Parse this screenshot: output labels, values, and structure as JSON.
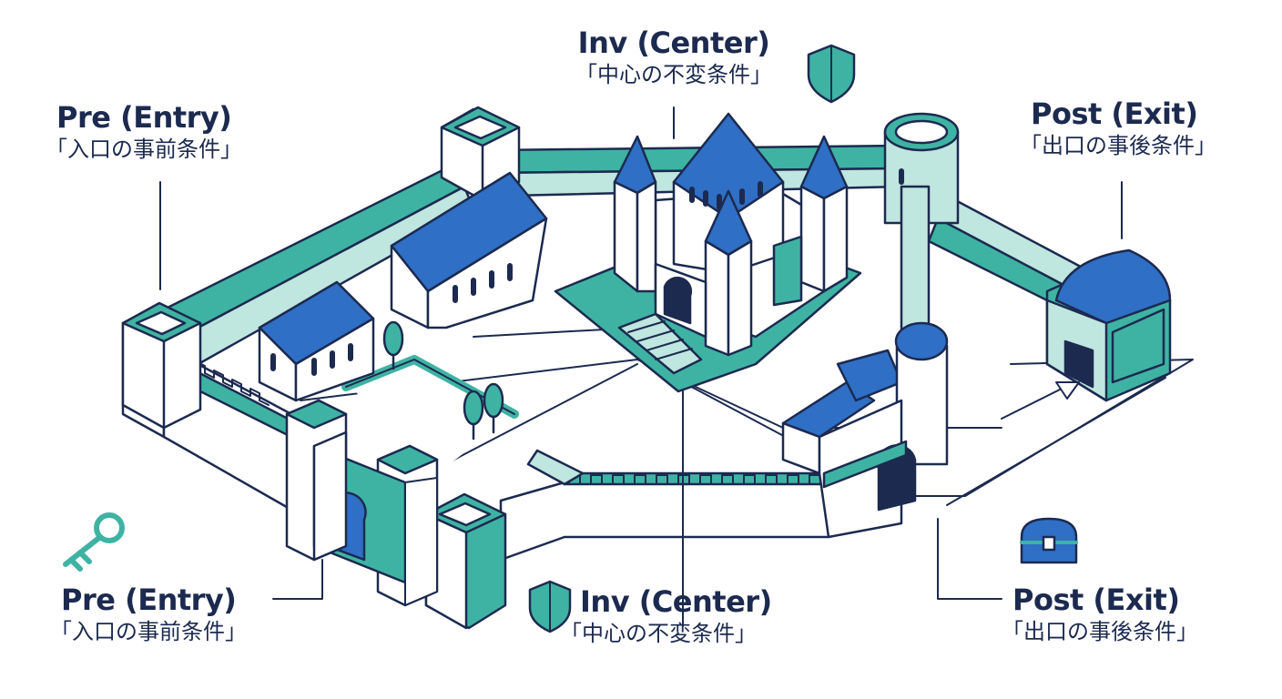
{
  "labels": {
    "pre_top": {
      "title": "Pre (Entry)",
      "subtitle": "「入口の事前条件」"
    },
    "inv_top": {
      "title": "Inv (Center)",
      "subtitle": "「中心の不変条件」"
    },
    "post_top": {
      "title": "Post (Exit)",
      "subtitle": "「出口の事後条件」"
    },
    "pre_bottom": {
      "title": "Pre (Entry)",
      "subtitle": "「入口の事前条件」"
    },
    "inv_bottom": {
      "title": "Inv (Center)",
      "subtitle": "「中心の不変条件」"
    },
    "post_bottom": {
      "title": "Post (Exit)",
      "subtitle": "「出口の事後条件」"
    }
  },
  "icons": [
    "shield-icon",
    "key-icon",
    "treasure-chest-icon"
  ],
  "colors": {
    "navy": "#1c2a4f",
    "teal": "#3fb3a3",
    "light_teal": "#bfe6df",
    "blue": "#2f6fc5",
    "white": "#ffffff"
  }
}
